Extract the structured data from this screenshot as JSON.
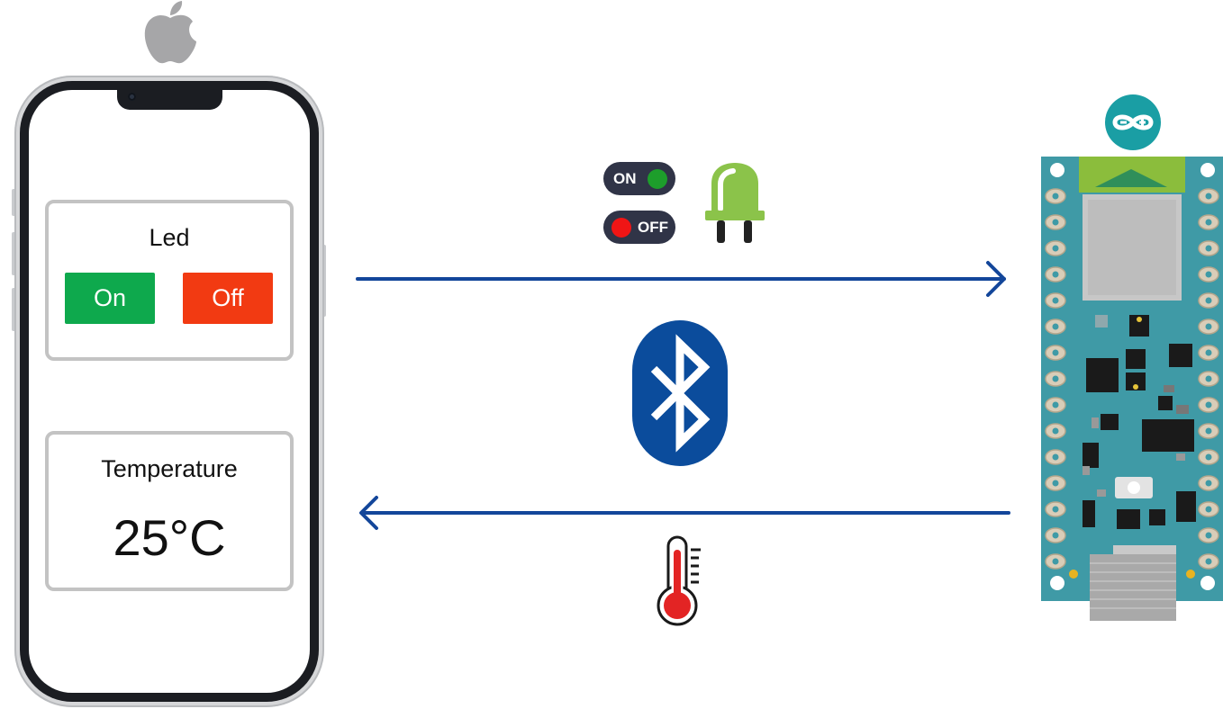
{
  "phone": {
    "led_panel": {
      "title": "Led",
      "on_label": "On",
      "off_label": "Off"
    },
    "temperature_panel": {
      "title": "Temperature",
      "value": "25°C"
    }
  },
  "toggle_icons": {
    "on_label": "ON",
    "off_label": "OFF"
  },
  "icons": [
    "apple-logo-icon",
    "led-bulb-icon",
    "bluetooth-icon",
    "thermometer-icon",
    "arduino-logo-icon",
    "arduino-board-icon"
  ],
  "colors": {
    "arrow": "#13469a",
    "on_button": "#0ea94d",
    "off_button": "#f23a12",
    "bluetooth": "#0b4c9c",
    "led": "#8bc34a",
    "board": "#3f9aa6",
    "arduino_logo": "#1a9ea4"
  }
}
